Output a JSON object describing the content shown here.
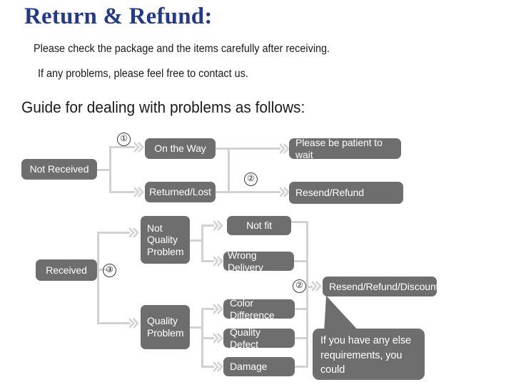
{
  "header": {
    "title": "Return & Refund:",
    "line1": "Please check the package and the items carefully after receiving.",
    "line2": "If any problems, please feel free to contact us.",
    "guide_heading": "Guide for dealing with problems as follows:"
  },
  "colors": {
    "title_blue": "#23398c",
    "node_gray": "#6e6e6e",
    "connector_gray": "#d2d2d2",
    "page_background": "#ffffff",
    "node_text": "#ffffff"
  },
  "flow_not_received": {
    "root": "Not Received",
    "marker_1": "①",
    "marker_2": "②",
    "branch_on_the_way": "On the Way",
    "branch_returned_lost": "Returned/Lost",
    "outcome_wait": "Please be patient to wait",
    "outcome_resend_refund": "Resend/Refund"
  },
  "flow_received": {
    "root": "Received",
    "marker_3": "③",
    "marker_2": "②",
    "branch_not_quality": "Not\nQuality\nProblem",
    "branch_quality": "Quality\nProblem",
    "reason_not_fit": "Not fit",
    "reason_wrong_delivery": "Wrong Delivery",
    "reason_color_difference": "Color Difference",
    "reason_quality_defect": "Quality Defect",
    "reason_damage": "Damage",
    "outcome_resend_refund_discount": "Resend/Refund/Discount"
  },
  "callout": {
    "text": "If you have any else\nrequirements, you could\nalso tell us!"
  }
}
